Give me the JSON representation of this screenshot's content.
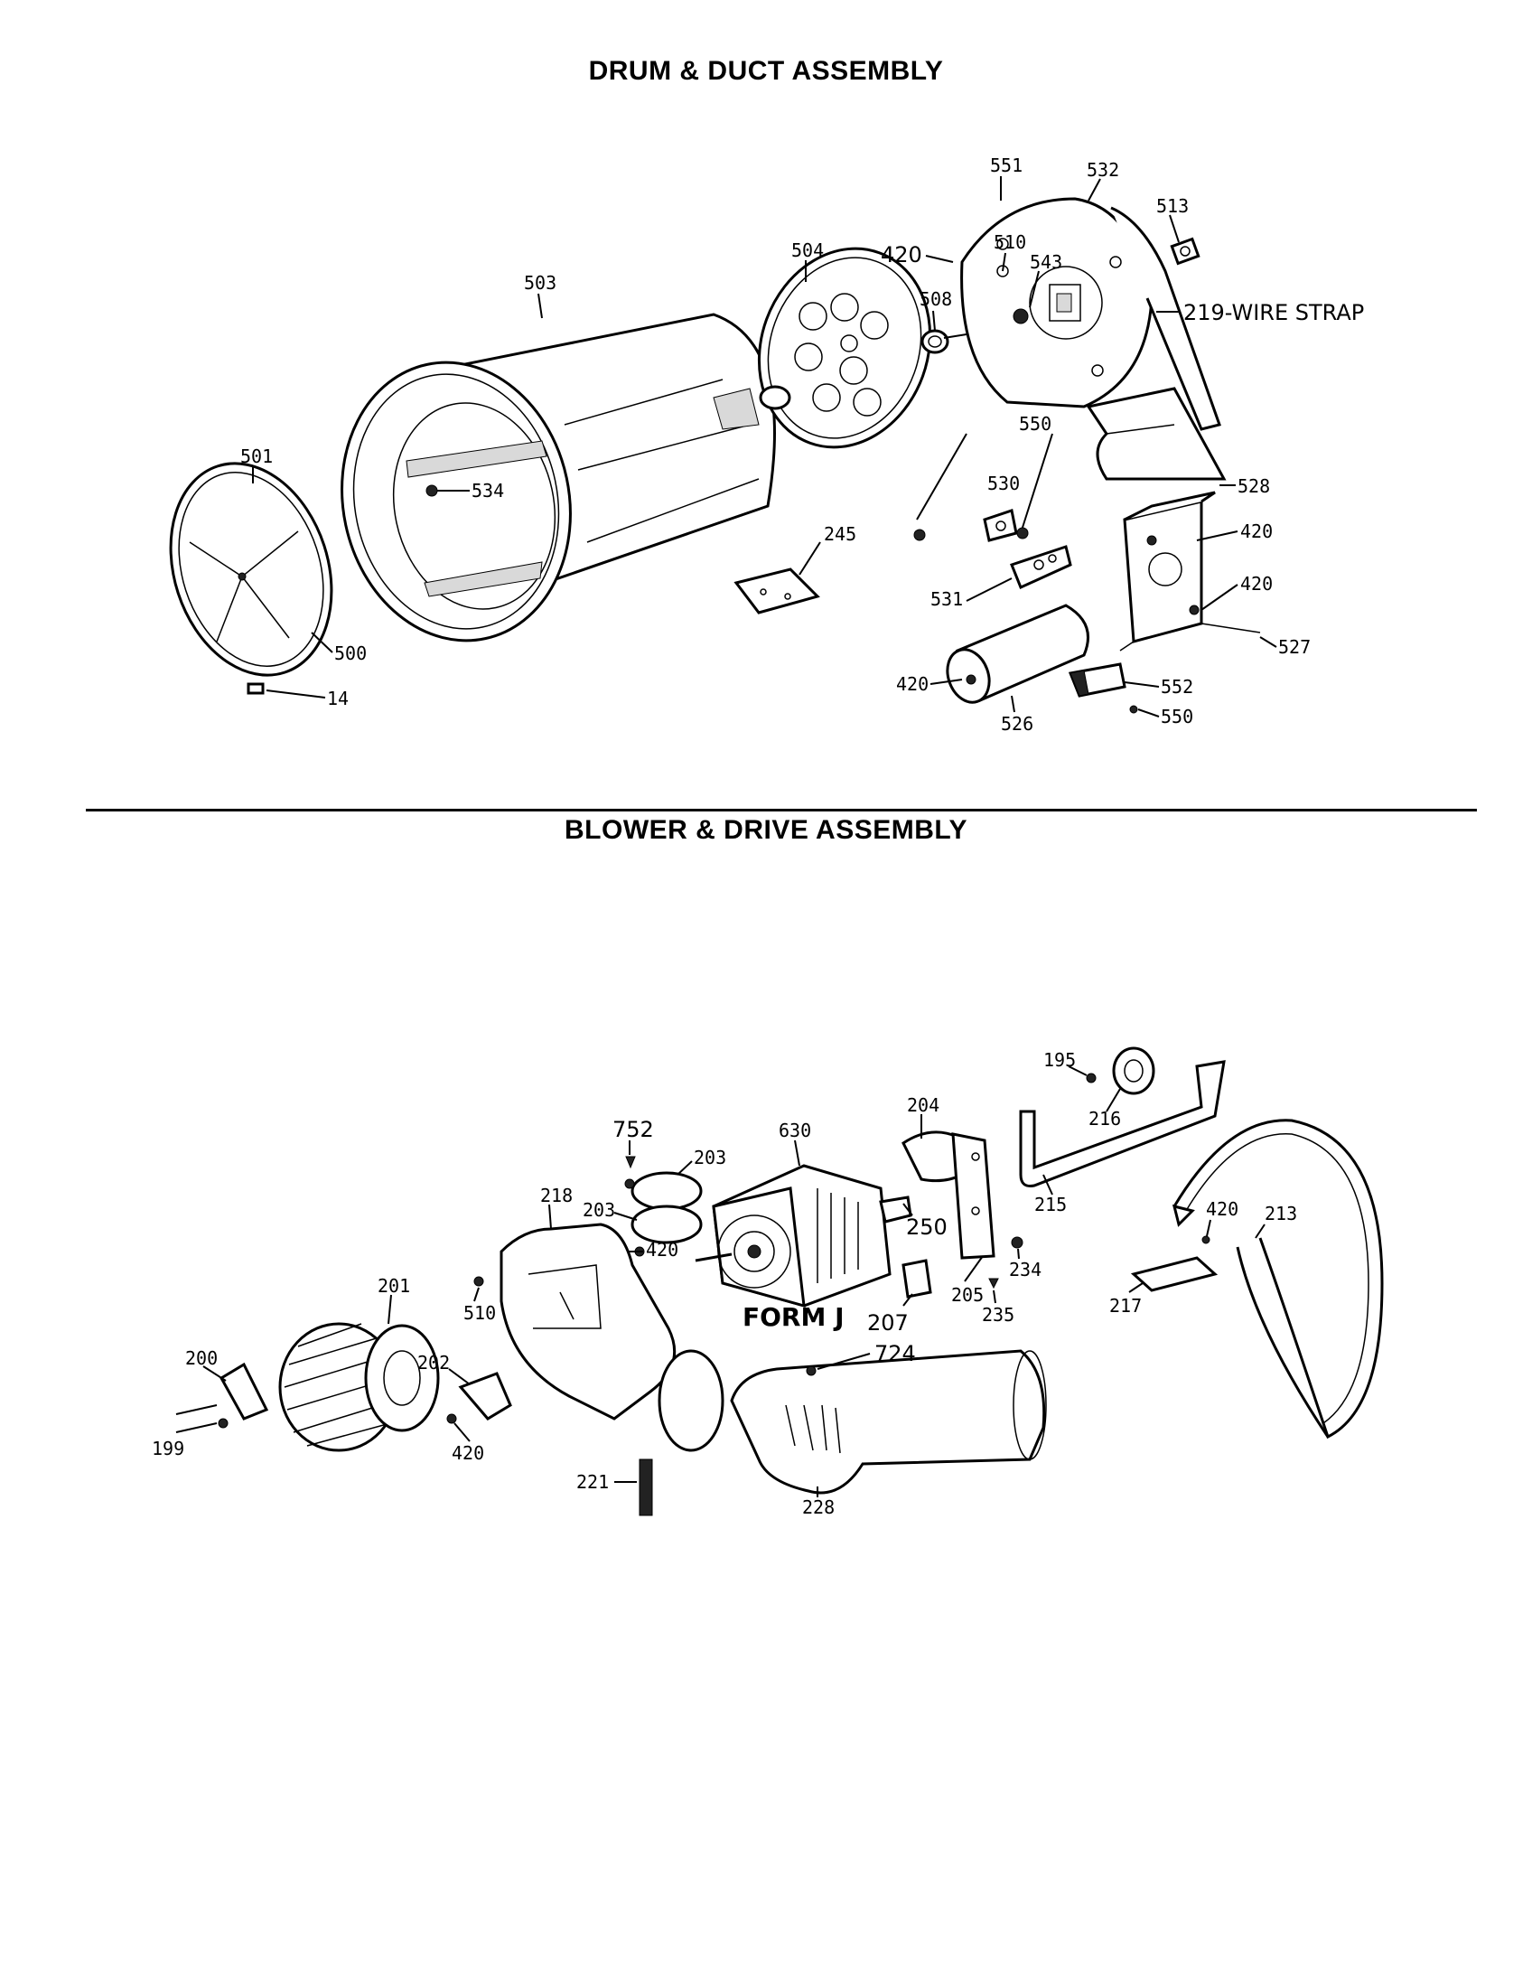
{
  "titles": {
    "top": "DRUM & DUCT ASSEMBLY",
    "bottom": "BLOWER & DRIVE ASSEMBLY"
  },
  "drum_labels": {
    "p551": "551",
    "p532": "532",
    "p513": "513",
    "p420a": "420",
    "p510": "510",
    "p543": "543",
    "p504": "504",
    "p508": "508",
    "p219": "219-WIRE STRAP",
    "p503": "503",
    "p550a": "550",
    "p530": "530",
    "p528": "528",
    "p501": "501",
    "p534": "534",
    "p245": "245",
    "p420b": "420",
    "p531": "531",
    "p420c": "420",
    "p500": "500",
    "p527": "527",
    "p14": "14",
    "p420d": "420",
    "p552": "552",
    "p550b": "550",
    "p526": "526"
  },
  "blower_labels": {
    "p195": "195",
    "p216": "216",
    "p204": "204",
    "p752": "752",
    "p630": "630",
    "p203a": "203",
    "p218": "218",
    "p203b": "203",
    "p250": "250",
    "p215": "215",
    "p420a": "420",
    "p213": "213",
    "p420b": "420",
    "p234": "234",
    "p201": "201",
    "p510": "510",
    "p205": "205",
    "p235": "235",
    "p207": "207",
    "p217": "217",
    "formj": "FORM J",
    "p724": "724",
    "p200": "200",
    "p202": "202",
    "p199": "199",
    "p420c": "420",
    "p221": "221",
    "p228": "228"
  }
}
